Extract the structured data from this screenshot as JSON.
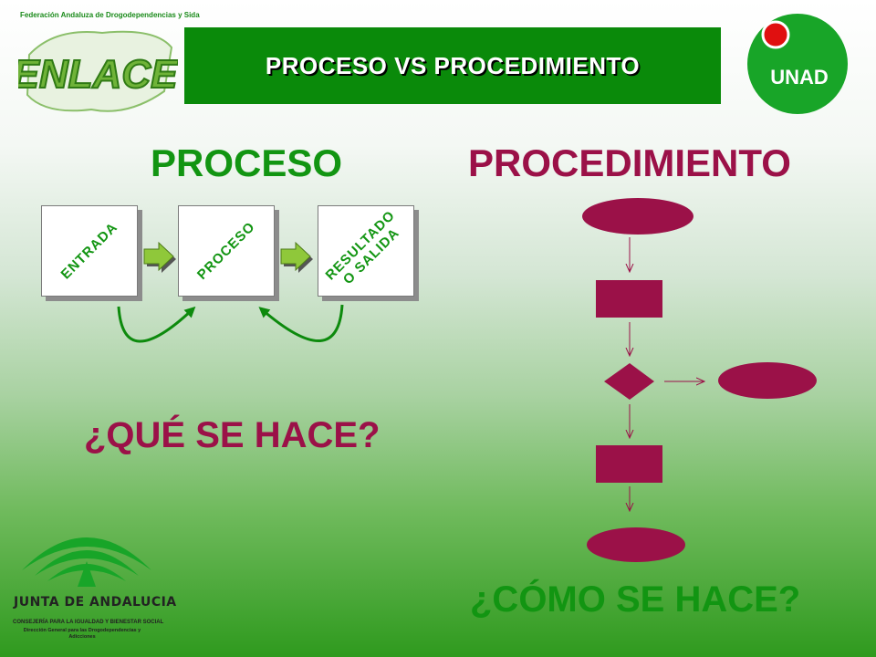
{
  "header": {
    "organization": "Federación Andaluza de Drogodependencias y Sida",
    "enlace_logo_text": "ENLACE",
    "title": "PROCESO VS PROCEDIMIENTO",
    "unad_logo_text": "UNAD"
  },
  "left": {
    "heading": "PROCESO",
    "boxes": [
      {
        "label": "ENTRADA"
      },
      {
        "label": "PROCESO"
      },
      {
        "label": "RESULTADO\nO SALIDA"
      }
    ],
    "question": "¿QUÉ SE HACE?"
  },
  "right": {
    "heading": "PROCEDIMIENTO",
    "question": "¿CÓMO SE HACE?"
  },
  "footer": {
    "junta_name": "JUNTA DE ANDALUCIA",
    "department": "CONSEJERÍA PARA LA IGUALDAD Y BIENESTAR SOCIAL",
    "direction": "Dirección General para las Drogodependencias y Adicciones"
  },
  "colors": {
    "green": "#129512",
    "maroon": "#9b1148",
    "banner": "#0a8a0a",
    "unad_red": "#e01010",
    "arrow_green": "#8fc83a"
  }
}
